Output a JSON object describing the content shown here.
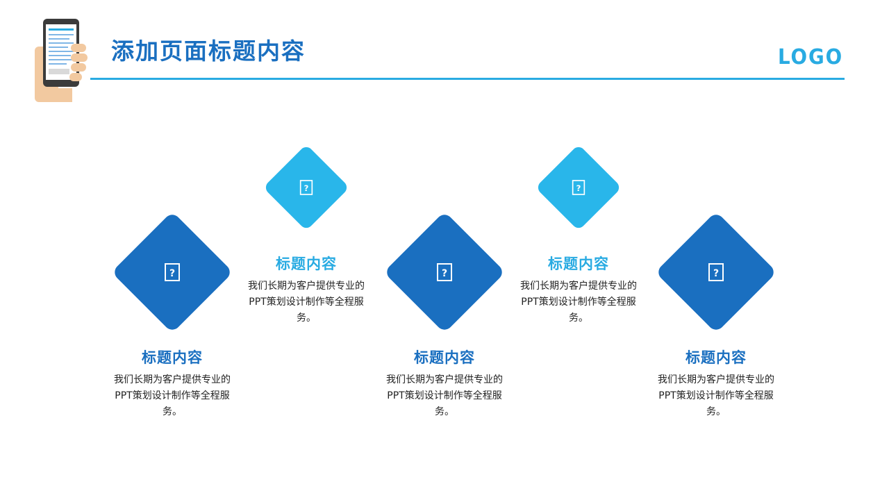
{
  "header": {
    "title": "添加页面标题内容",
    "logo_text": "LOGO",
    "accent_color": "#29abe2",
    "title_color": "#1a6fc0"
  },
  "colors": {
    "dark_diamond": "#1a6fc0",
    "light_diamond": "#29b6ea"
  },
  "items": [
    {
      "title": "标题内容",
      "desc": "我们长期为客户提供专业的PPT策划设计制作等全程服务。",
      "icon": "placeholder-icon",
      "tone": "dark"
    },
    {
      "title": "标题内容",
      "desc": "我们长期为客户提供专业的PPT策划设计制作等全程服务。",
      "icon": "placeholder-icon",
      "tone": "light"
    },
    {
      "title": "标题内容",
      "desc": "我们长期为客户提供专业的PPT策划设计制作等全程服务。",
      "icon": "placeholder-icon",
      "tone": "dark"
    },
    {
      "title": "标题内容",
      "desc": "我们长期为客户提供专业的PPT策划设计制作等全程服务。",
      "icon": "placeholder-icon",
      "tone": "light"
    },
    {
      "title": "标题内容",
      "desc": "我们长期为客户提供专业的PPT策划设计制作等全程服务。",
      "icon": "placeholder-icon",
      "tone": "dark"
    }
  ]
}
